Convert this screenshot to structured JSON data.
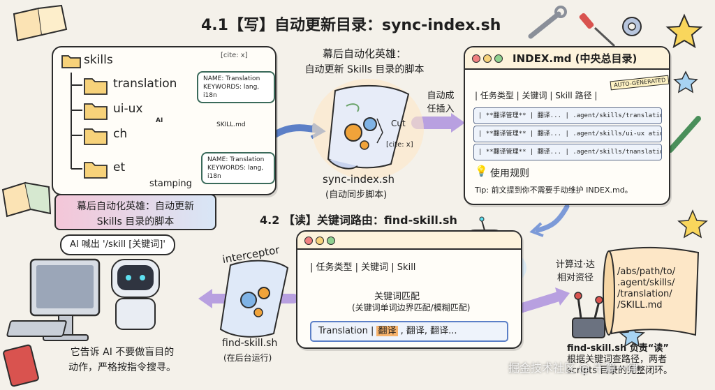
{
  "title": "4.1【写】自动更新目录：sync-index.sh",
  "skills_panel": {
    "root": "skills",
    "cite": "[cite: x]",
    "folders": [
      "translation",
      "ui-ux",
      "ch",
      "et"
    ],
    "bubble_top": [
      "NAME: Translation",
      "KEYWORDS: lang, i18n"
    ],
    "bubble_bottom": [
      "NAME: Translation",
      "KEYWORDS: lang, i18n"
    ],
    "file_label": "SKILL.md",
    "robot_badge": "AI",
    "stamping": "stamping"
  },
  "hero_callout": {
    "line1": "幕后自动化英雄：自动更新",
    "line2": "Skills 目录的脚本"
  },
  "sync_script": {
    "heading1": "幕后自动化英雄：",
    "heading2": "自动更新 Skills 目录的脚本",
    "cut": "Cut",
    "cite": "[cite: x]",
    "name": "sync-index.sh",
    "sub": "(自动同步脚本)"
  },
  "arrow_label": {
    "line1": "自动成",
    "line2": "任插入"
  },
  "index_panel": {
    "title": "INDEX.md (中央总目录)",
    "badge": "AUTO-GENERATED",
    "header": "| 任务类型 | 关键词 | Skill 路径 |",
    "rows": [
      "| **翻译管理** | 翻译... | .agent/skills/translation/SKILL.md",
      "| **翻译管理** | 翻译... | .agent/skills/ui-ux ation/SKILL.md",
      "| **翻译管理** | 翻译... | .agent/skills/tnanslation/SKILL.md"
    ],
    "tips_title": "使用规则",
    "tips_text": "Tip: 前文提到你不需要手动维护 INDEX.md。"
  },
  "section2_title": "4.2 【读】关键词路由：find-skill.sh",
  "left_scene": {
    "speech": "AI 喊出 '/skill [关键词]'",
    "note1": "它告诉 AI 不要做盲目的",
    "note2": "动作，严格按指令搜寻。"
  },
  "interceptor": {
    "label": "interceptor",
    "name": "find-skill.sh",
    "sub": "(在后台运行)"
  },
  "find_panel": {
    "header": "| 任务类型 | 关键词 | Skill",
    "match_title": "关键词匹配",
    "match_sub": "(关键词单词边界匹配/模糊匹配)",
    "search_prefix": "Translation | ",
    "search_highlight": "翻译",
    "search_rest": " , 翻译, 翻译..."
  },
  "calc_label": {
    "line1": "计算过·达",
    "line2": "相对资径"
  },
  "path_scroll": [
    "/abs/path/to/",
    ".agent/skills/",
    "/translation/",
    "/SKILL.md"
  ],
  "bottom_note": {
    "line1": "find-skill.sh 负责“读”",
    "line2": "根据关键词查路径，两者",
    "line3": "scripts 目录的完整闭环。"
  },
  "watermark": "掘金技术社区 @ 千篇一律...",
  "colors": {
    "accent_blue": "#5b7fc7",
    "robot_orange": "#f0a33a",
    "folder_yellow": "#f7d27a",
    "highlight_orange": "#f6b26b",
    "callout_pink": "#f4c6d8"
  }
}
